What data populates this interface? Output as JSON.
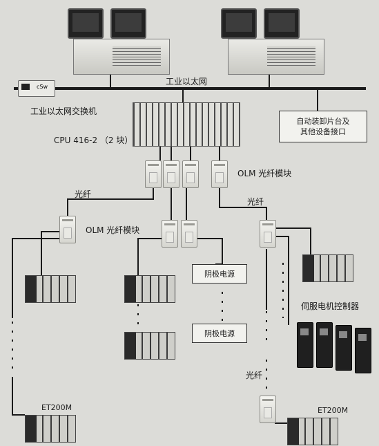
{
  "labels": {
    "ethernet": "工业以太网",
    "switch": "工业以太网交换机",
    "cpu": "CPU 416-2 （2 块）",
    "olm_top": "OLM 光纤模块",
    "olm_left": "OLM 光纤模块",
    "fiber_1": "光纤",
    "fiber_2": "光纤",
    "fiber_3": "光纤",
    "servo": "伺服电机控制器",
    "et200m_left": "ET200M",
    "et200m_right": "ET200M",
    "switch_badge": "cSw"
  },
  "boxes": {
    "auto_loading": "自动装卸片台及\n其他设备接口",
    "power_1": "阴极电源",
    "power_2": "阴极电源"
  },
  "colors": {
    "line": "#1a1a1a",
    "background": "#dcdcd8"
  }
}
